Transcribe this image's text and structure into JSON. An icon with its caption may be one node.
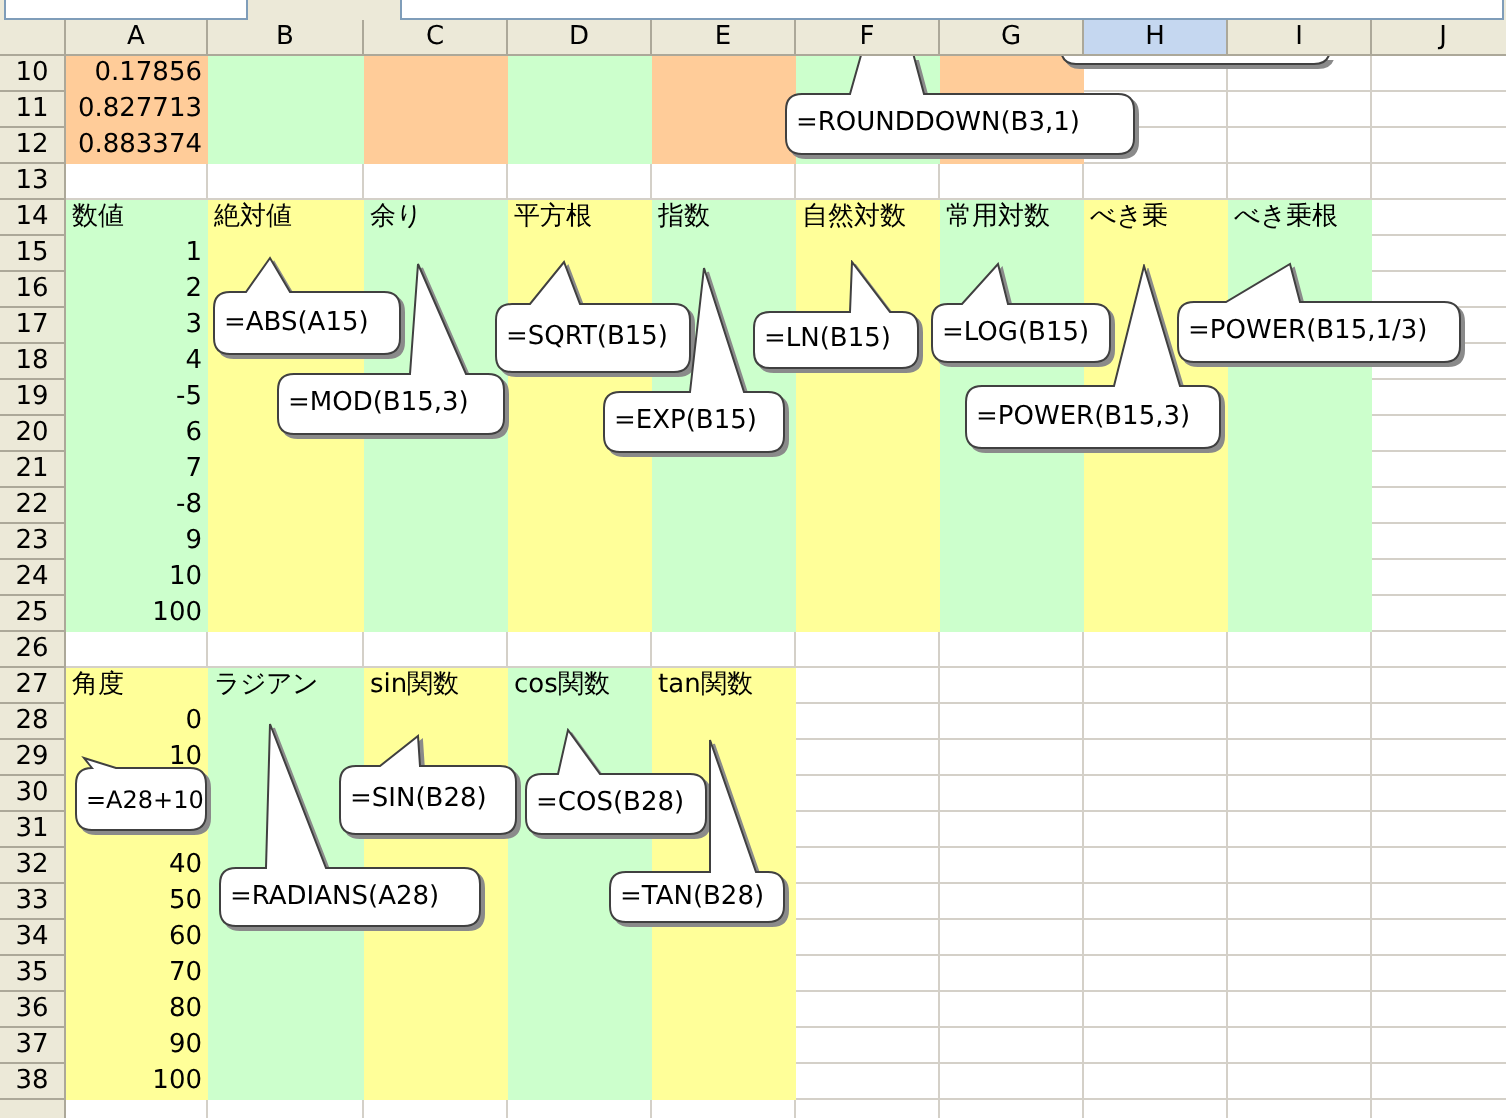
{
  "diagram": {
    "nodes": [
      {
        "text": [],
        "shape": "callout"
      },
      {
        "text": [
          "=ROUNDDOWN(B3,1)"
        ]
      },
      {
        "text": [
          "=ABS(A15)"
        ]
      },
      {
        "text": [
          "=SQRT(B15)"
        ]
      },
      {
        "text": [
          "=LOG(B15)"
        ]
      },
      {
        "text": [
          "=POWER(B15,1/3)"
        ]
      },
      {
        "text": [
          "=LN(B15)"
        ]
      },
      {
        "text": [
          "=MOD(B15,3)"
        ]
      },
      {
        "text": [
          "=POWER(B15,3)"
        ]
      },
      {
        "text": [
          "=EXP(B15)"
        ]
      },
      {
        "text": [
          "=SIN(B28)"
        ]
      },
      {
        "text": [
          "=A28+10"
        ]
      },
      {
        "text": [
          "=COS(B28)"
        ]
      },
      {
        "text": [
          "=RADIANS(A28)"
        ]
      },
      {
        "text": [
          "=TAN(B28)"
        ]
      }
    ],
    "labels": [
      "A",
      "B",
      "C",
      "D",
      "E",
      "F",
      "G",
      "H",
      "I",
      "J",
      "10",
      "0.17856",
      "11",
      "0.827713",
      "12",
      "0.883374",
      "13",
      "14",
      "数値",
      "絶対値",
      "余り",
      "平方根",
      "指数",
      "自然対数",
      "常用対数",
      "べき乗",
      "べき乗根",
      "15",
      "1",
      "16",
      "2",
      "17",
      "3",
      "18",
      "4",
      "19",
      "-5",
      "20",
      "6",
      "21",
      "7",
      "22",
      "-8",
      "23",
      "9",
      "24",
      "10",
      "25",
      "100",
      "26",
      "27",
      "角度",
      "ラジアン",
      "sin関数",
      "cos関数",
      "tan関数",
      "28",
      "0",
      "29",
      "10",
      "30",
      "31",
      "32",
      "40",
      "33",
      "50",
      "34",
      "60",
      "35",
      "70",
      "36",
      "80",
      "37",
      "90",
      "38",
      "100"
    ]
  }
}
